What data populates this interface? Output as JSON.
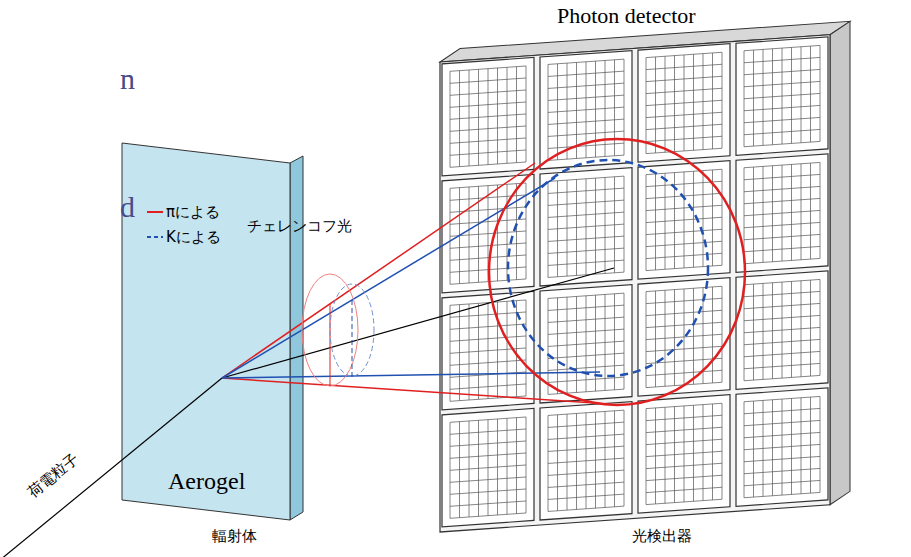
{
  "diagram": {
    "labels": [
      "n",
      "d",
      "チェレンコフ光",
      "Photon detector",
      "Aerogel",
      "輻射体",
      "光検出器",
      "荷電粒子"
    ],
    "legend": [
      {
        "text": "πによる"
      },
      {
        "text": "Kによる"
      }
    ]
  }
}
